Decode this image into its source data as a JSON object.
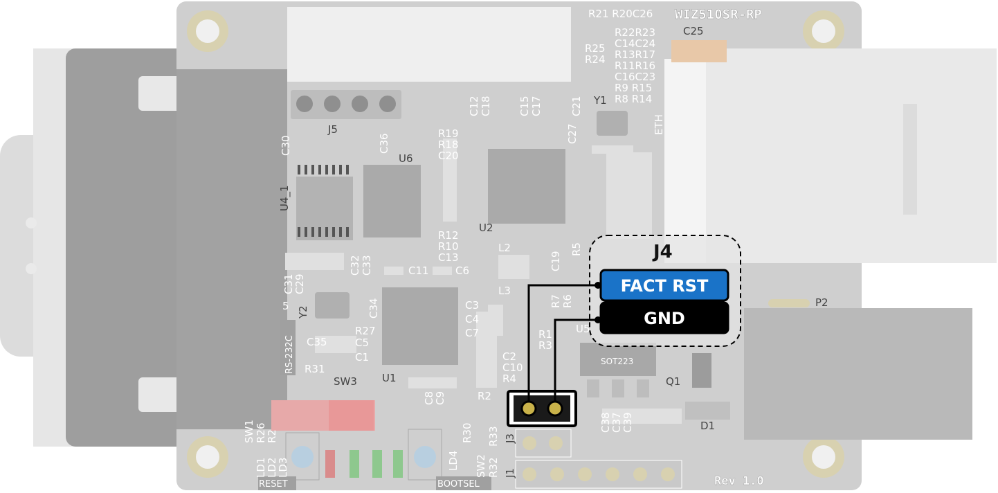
{
  "board": {
    "name": "WIZ510SR-RP",
    "revision": "Rev 1.0",
    "colors": {
      "pcb": "#cfcfcf",
      "pad": "#c9b24a",
      "highlight_blue": "#1a73c8",
      "highlight_black": "#000000"
    }
  },
  "silkscreen": {
    "j5": "J5",
    "u6": "U6",
    "u4": "U4_1",
    "u2": "U2",
    "u1": "U1",
    "y1": "Y1",
    "y2": "Y2",
    "eth": "ETH",
    "p2": "P2",
    "q1": "Q1",
    "d1": "D1",
    "sw3": "SW3",
    "sw1": "SW1",
    "sw2": "SW2",
    "reset": "RESET",
    "bootsel": "BOOTSEL",
    "rs232c": "RS-232C",
    "sot223": "SOT223",
    "j1": "J1",
    "j3": "J3",
    "r31": "R31",
    "l2": "L2",
    "l3": "L3",
    "c25": "C25",
    "top_refs": "R21 R20C26",
    "refs_block": [
      "R22R23",
      "C14C24",
      "R13R17",
      "R11R16",
      "C16C23",
      "R9 R15",
      "R8 R14"
    ],
    "r25": "R25",
    "r24": "R24",
    "c12": "C12",
    "c18": "C18",
    "c15": "C15",
    "c17": "C17",
    "c21": "C21",
    "c27": "C27",
    "c30": "C30",
    "c36": "C36",
    "r19": "R19",
    "r18": "R18",
    "c20": "C20",
    "r12": "R12",
    "r10": "R10",
    "c13": "C13",
    "c11": "C11",
    "c6": "C6",
    "r5": "R5",
    "c19": "C19",
    "r7": "R7",
    "r6": "R6",
    "c31": "C31",
    "c29": "C29",
    "c32": "C32",
    "c33": "C33",
    "c34": "C34",
    "r27": "R27",
    "c35": "C35",
    "c5": "C5",
    "c1": "C1",
    "c3": "C3",
    "c4": "C4",
    "c7": "C7",
    "c2": "C2",
    "c10": "C10",
    "r4": "R4",
    "r1": "R1",
    "r3": "R3",
    "r2": "R2",
    "c8": "C8",
    "c9": "C9",
    "r30": "R30",
    "r33": "R33",
    "r32": "R32",
    "ld4": "LD4",
    "ld1": "LD1",
    "ld2": "LD2",
    "ld3": "LD3",
    "r26": "R26",
    "r28": "R2",
    "c38": "C38",
    "c37": "C37",
    "c39": "C39",
    "u5": "U5",
    "five": "5"
  },
  "callout": {
    "title": "J4",
    "pins": [
      {
        "label": "FACT RST",
        "color": "#1a73c8"
      },
      {
        "label": "GND",
        "color": "#000000"
      }
    ]
  }
}
